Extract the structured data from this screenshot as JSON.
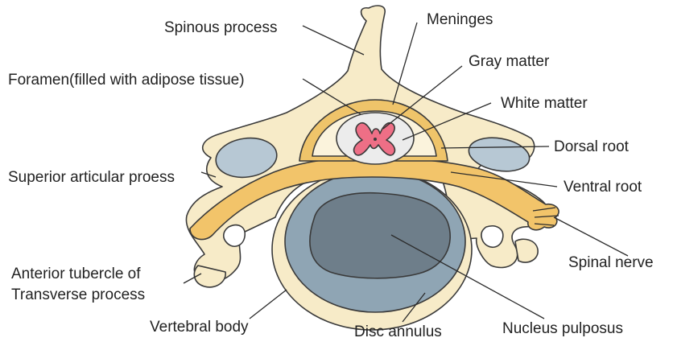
{
  "colors": {
    "bone": "#f7ebc8",
    "meninges": "#efc46a",
    "nerve": "#f2c46a",
    "cartilage": "#b7c8d4",
    "disc_annulus": "#8fa5b4",
    "nucleus_pulposus": "#6e7e8a",
    "gray_matter": "#ee6f86",
    "white_matter": "#ececec"
  },
  "labels": {
    "spinous_process": "Spinous process",
    "meninges": "Meninges",
    "gray_matter": "Gray matter",
    "foramen": "Foramen(filled with adipose tissue)",
    "white_matter": "White matter",
    "dorsal_root": "Dorsal root",
    "superior_articular": "Superior articular proess",
    "ventral_root": "Ventral root",
    "spinal_nerve": "Spinal nerve",
    "anterior_tubercle_line1": "Anterior tubercle of",
    "anterior_tubercle_line2": "Transverse process",
    "vertebral_body": "Vertebral body",
    "disc_annulus": "Disc annulus",
    "nucleus_pulposus": "Nucleus pulposus"
  }
}
